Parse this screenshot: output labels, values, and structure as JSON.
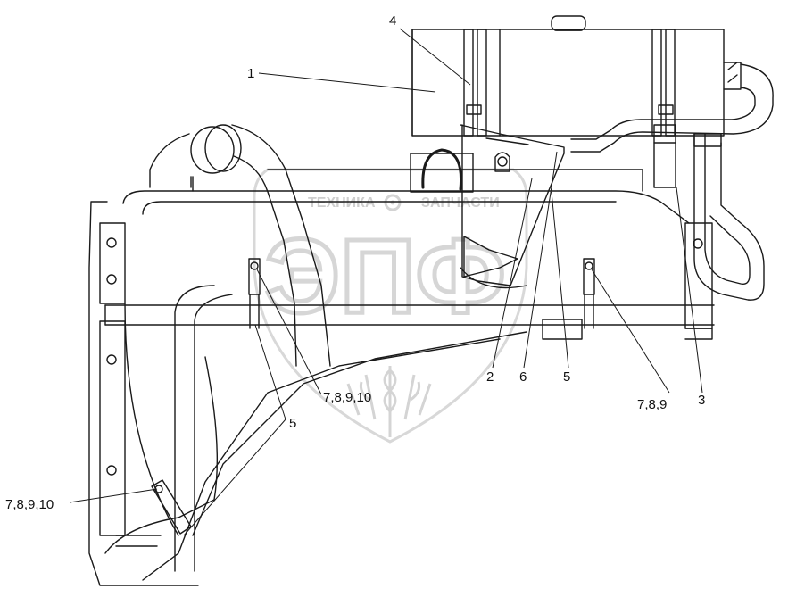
{
  "diagram": {
    "callouts": [
      {
        "id": "c1",
        "text": "1"
      },
      {
        "id": "c4",
        "text": "4"
      },
      {
        "id": "c2",
        "text": "2"
      },
      {
        "id": "c6",
        "text": "6"
      },
      {
        "id": "c5a",
        "text": "5"
      },
      {
        "id": "c5b",
        "text": "5"
      },
      {
        "id": "c3",
        "text": "3"
      },
      {
        "id": "c789",
        "text": "7,8,9"
      },
      {
        "id": "c78910a",
        "text": "7,8,9,10"
      },
      {
        "id": "c78910b",
        "text": "7,8,9,10"
      }
    ]
  },
  "watermark": {
    "word_left": "ТЕХНИКА",
    "word_right": "ЗАПЧАСТИ",
    "monogram": "ЭПФ"
  },
  "colors": {
    "line": "#1a1a1a",
    "watermark": "#cfcfcf",
    "background": "#ffffff"
  }
}
